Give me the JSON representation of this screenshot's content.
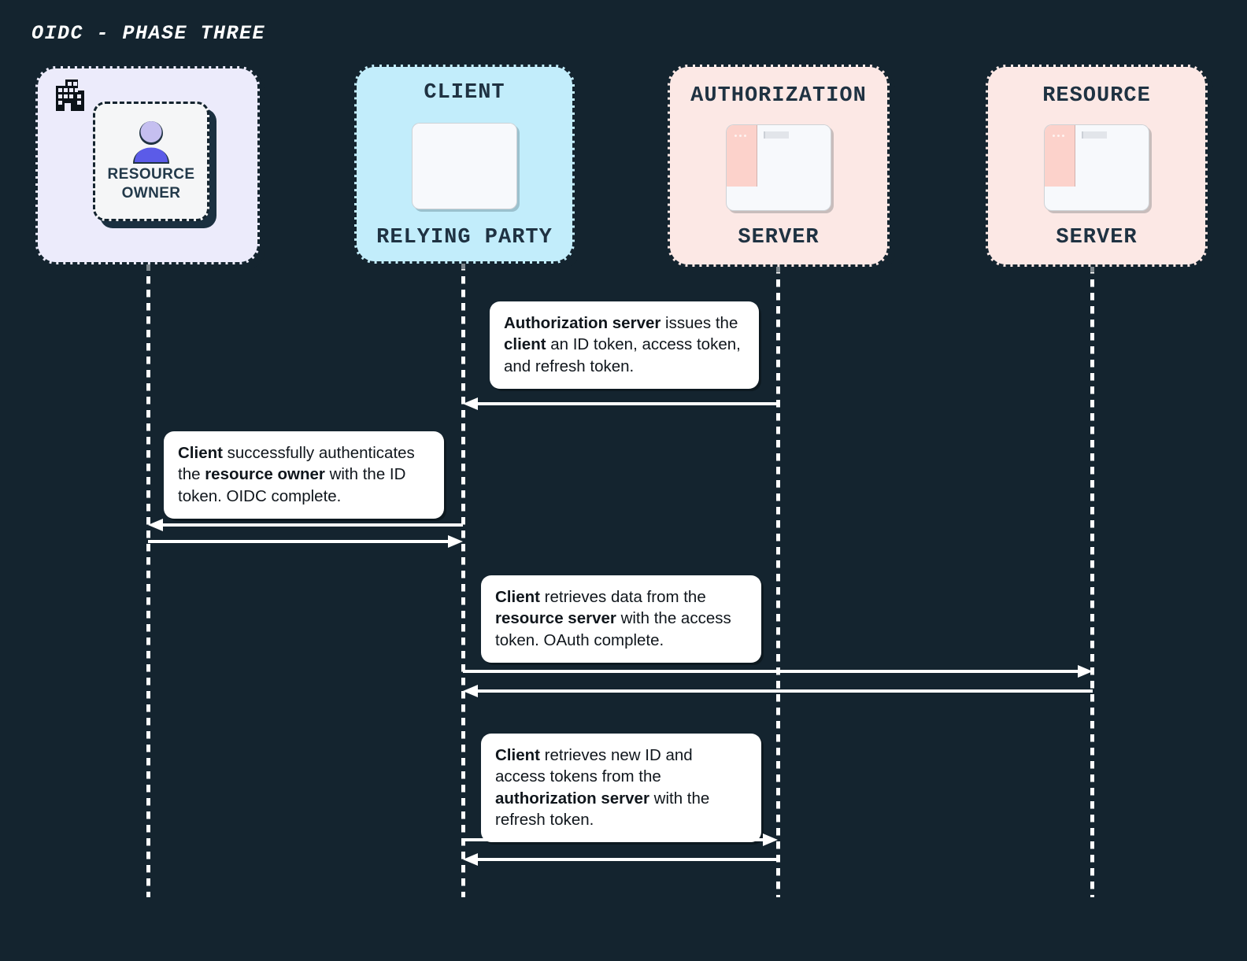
{
  "title": "OIDC - PHASE THREE",
  "colors": {
    "background": "#14242F",
    "owner_box": "#ECEBFB",
    "client_box": "#C2EDFB",
    "server_box": "#FCE8E5",
    "client_window_bar": "#2DC8EC",
    "server_window_bar": "#F5432F",
    "lifeline": "#FFFFFF",
    "callout_bg": "#FFFFFF",
    "text_dark": "#1F3242"
  },
  "actors": [
    {
      "id": "resource-owner",
      "top_label": "",
      "card_label": "RESOURCE\nOWNER",
      "bottom_label": "",
      "icon": "building-icon",
      "inner_icon": "person-icon"
    },
    {
      "id": "client",
      "top_label": "CLIENT",
      "bottom_label": "RELYING PARTY",
      "icon": "browser-window-icon"
    },
    {
      "id": "authorization-server",
      "top_label": "AUTHORIZATION",
      "bottom_label": "SERVER",
      "icon": "server-window-icon"
    },
    {
      "id": "resource-server",
      "top_label": "RESOURCE",
      "bottom_label": "SERVER",
      "icon": "server-window-icon"
    }
  ],
  "callouts": [
    {
      "id": "callout-id-token-issued",
      "parts": [
        {
          "text": "Authorization server",
          "bold": true
        },
        {
          "text": " issues the ",
          "bold": false
        },
        {
          "text": "client",
          "bold": true
        },
        {
          "text": " an ID token, access token, and refresh token.",
          "bold": false
        }
      ]
    },
    {
      "id": "callout-oidc-complete",
      "parts": [
        {
          "text": "Client",
          "bold": true
        },
        {
          "text": " successfully authenticates the ",
          "bold": false
        },
        {
          "text": "resource owner",
          "bold": true
        },
        {
          "text": " with the ID token. OIDC complete.",
          "bold": false
        }
      ]
    },
    {
      "id": "callout-oauth-complete",
      "parts": [
        {
          "text": "Client",
          "bold": true
        },
        {
          "text": " retrieves data from the ",
          "bold": false
        },
        {
          "text": "resource server",
          "bold": true
        },
        {
          "text": " with the access token. OAuth complete.",
          "bold": false
        }
      ]
    },
    {
      "id": "callout-refresh-token",
      "parts": [
        {
          "text": "Client",
          "bold": true
        },
        {
          "text": " retrieves new ID and access tokens from the ",
          "bold": false
        },
        {
          "text": "authorization server",
          "bold": true
        },
        {
          "text": " with the refresh token.",
          "bold": false
        }
      ]
    }
  ],
  "messages": [
    {
      "id": "msg-authz-to-client-tokens",
      "from": "authorization-server",
      "to": "client",
      "direction": "left"
    },
    {
      "id": "msg-client-to-owner-auth",
      "from": "client",
      "to": "resource-owner",
      "direction": "left"
    },
    {
      "id": "msg-owner-to-client-ack",
      "from": "resource-owner",
      "to": "client",
      "direction": "right"
    },
    {
      "id": "msg-client-to-resource-request",
      "from": "client",
      "to": "resource-server",
      "direction": "right"
    },
    {
      "id": "msg-resource-to-client-data",
      "from": "resource-server",
      "to": "client",
      "direction": "left"
    },
    {
      "id": "msg-client-to-authz-refresh",
      "from": "client",
      "to": "authorization-server",
      "direction": "right"
    },
    {
      "id": "msg-authz-to-client-new-tokens",
      "from": "authorization-server",
      "to": "client",
      "direction": "left"
    }
  ]
}
